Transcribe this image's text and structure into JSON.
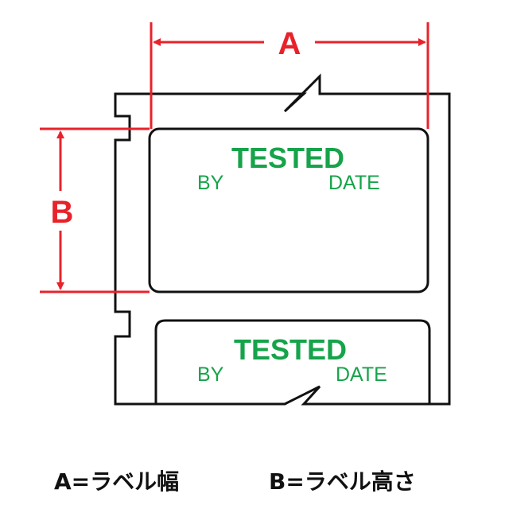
{
  "dimensions": {
    "a_letter": "A",
    "b_letter": "B"
  },
  "labels": [
    {
      "title": "TESTED",
      "left_field": "BY",
      "right_field": "DATE"
    },
    {
      "title": "TESTED",
      "left_field": "BY",
      "right_field": "DATE"
    }
  ],
  "captions": {
    "a": "A=ラベル幅",
    "b": "B=ラベル高さ"
  },
  "colors": {
    "dimension": "#e8222b",
    "label_text": "#16a34a",
    "outline": "#111111"
  }
}
